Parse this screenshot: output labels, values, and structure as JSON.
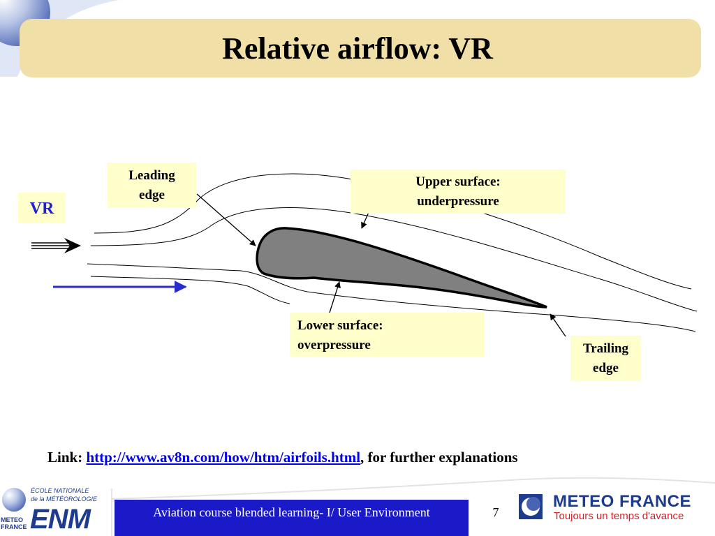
{
  "slide": {
    "title": "Relative airflow: VR",
    "page_number": "7"
  },
  "diagram": {
    "vr_label": "VR",
    "leading_edge": [
      "Leading",
      "edge"
    ],
    "upper_surface": [
      "Upper surface:",
      "underpressure"
    ],
    "lower_surface": [
      "Lower surface:",
      "overpressure"
    ],
    "trailing_edge": [
      "Trailing",
      "edge"
    ]
  },
  "link": {
    "prefix": "Link: ",
    "url_text": "http://www.av8n.com/how/htm/airfoils.html",
    "suffix": ", for further explanations"
  },
  "footer": {
    "course_text": "Aviation course blended learning- I/ User Environment",
    "enm_line1": "ÉCOLE NATIONALE",
    "enm_line2": "de la MÉTÉOROLOGIE",
    "enm_logo": "ENM",
    "mf_small_line1": "METEO",
    "mf_small_line2": "FRANCE",
    "mf_logo": "METEO FRANCE",
    "mf_tagline": "Toujours un temps d'avance"
  },
  "colors": {
    "title_band": "#f0e0a8",
    "label_bg": "#ffffcc",
    "airfoil_fill": "#808080",
    "vr_arrow": "#2b2bcc",
    "footer_bar": "#1a1ac8"
  }
}
